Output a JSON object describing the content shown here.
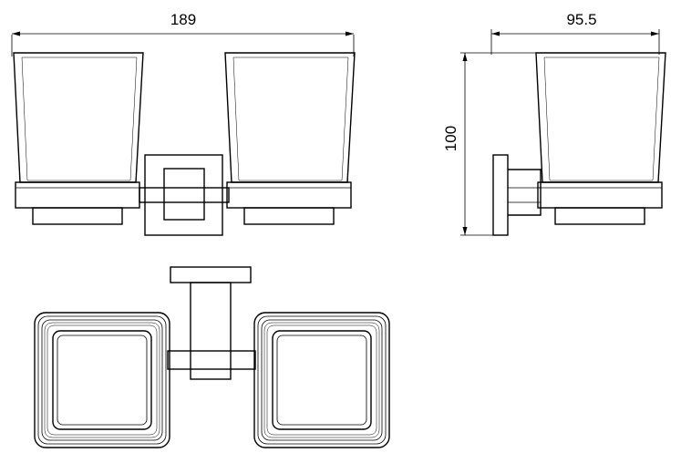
{
  "dimensions": {
    "overall_width": "189",
    "depth": "95.5",
    "height": "100"
  }
}
